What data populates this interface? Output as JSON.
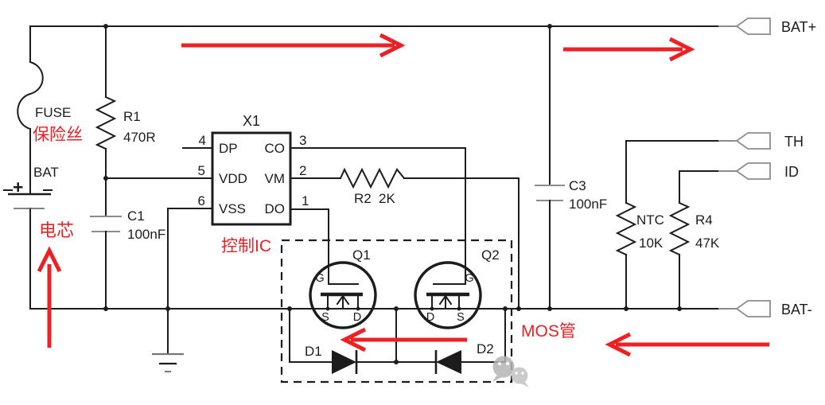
{
  "colors": {
    "wire": "#1c1c1c",
    "gray": "#8c8c8c",
    "red": "#ed2024",
    "background": "#ffffff",
    "watermark": "#bbbbbb"
  },
  "terminals": {
    "bat_plus": "BAT+",
    "th": "TH",
    "id": "ID",
    "bat_minus": "BAT-"
  },
  "ic": {
    "designator": "X1",
    "annotation": "控制IC",
    "pins_left": [
      {
        "num": "4",
        "name": "DP"
      },
      {
        "num": "5",
        "name": "VDD"
      },
      {
        "num": "6",
        "name": "VSS"
      }
    ],
    "pins_right": [
      {
        "num": "3",
        "name": "CO"
      },
      {
        "num": "2",
        "name": "VM"
      },
      {
        "num": "1",
        "name": "DO"
      }
    ]
  },
  "fuse": {
    "label": "FUSE",
    "annotation": "保险丝"
  },
  "battery": {
    "label": "BAT",
    "annotation": "电芯",
    "plus": "+"
  },
  "resistors": {
    "r1": {
      "name": "R1",
      "value": "470R"
    },
    "r2": {
      "name": "R2",
      "value": "2K"
    },
    "ntc": {
      "name": "NTC",
      "value": "10K"
    },
    "r4": {
      "name": "R4",
      "value": "47K"
    }
  },
  "capacitors": {
    "c1": {
      "name": "C1",
      "value": "100nF"
    },
    "c3": {
      "name": "C3",
      "value": "100nF"
    }
  },
  "mosfets": {
    "annotation": "MOS管",
    "q1": {
      "name": "Q1",
      "g": "G",
      "s": "S",
      "d": "D"
    },
    "q2": {
      "name": "Q2",
      "g": "G",
      "s": "S",
      "d": "D"
    }
  },
  "diodes": {
    "d1": "D1",
    "d2": "D2"
  }
}
